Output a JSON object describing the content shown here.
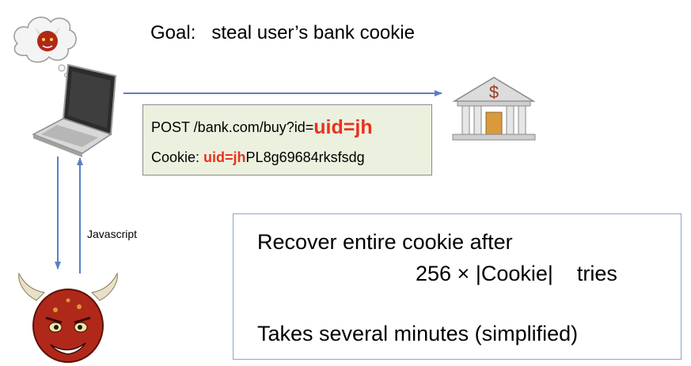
{
  "goal": "Goal:   steal user’s bank cookie",
  "request": {
    "line1_prefix": "POST /bank.com/buy?id=",
    "line1_highlight": "uid=jh",
    "line2_prefix": "Cookie: ",
    "line2_highlight": "uid=jh",
    "line2_suffix": "PL8g69684rksfsdg"
  },
  "bank_icon_symbol": "$",
  "link_label": "Javascript",
  "info": {
    "line1": "Recover entire cookie after",
    "line2": "256 × |Cookie|    tries",
    "line3": "Takes several minutes (simplified)"
  },
  "colors": {
    "highlight": "#e8321f",
    "request_box": "#ebf1de",
    "arrow": "#5b7fc4",
    "info_border": "#8aa6c9",
    "devil": "#b0281a"
  },
  "icons": [
    "thought-cloud-devil-icon",
    "laptop-icon",
    "bank-icon",
    "devil-icon"
  ]
}
